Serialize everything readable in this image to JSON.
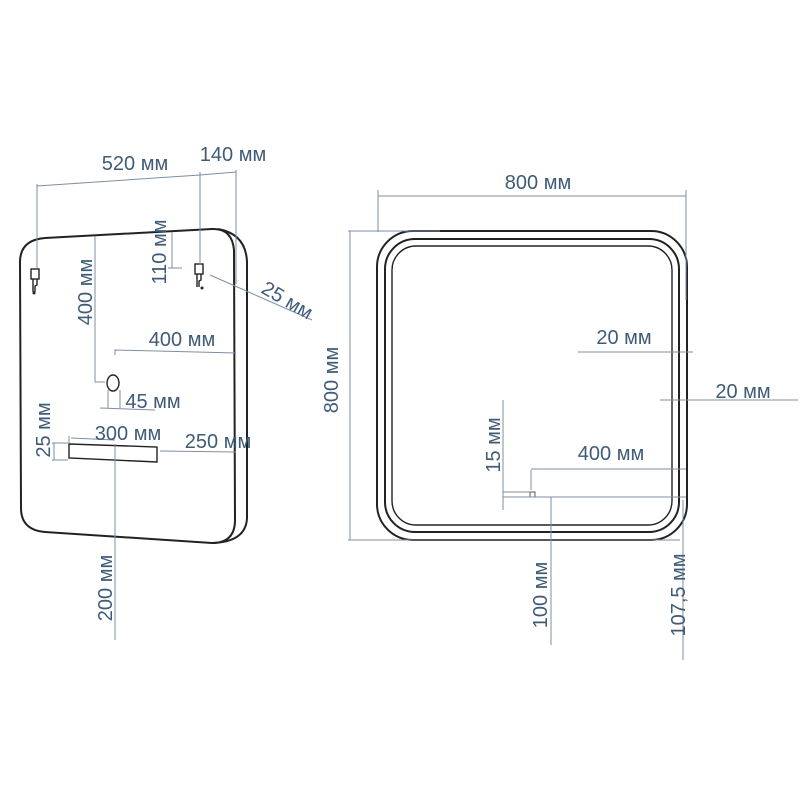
{
  "side_view": {
    "hook_spacing": "520 мм",
    "hook_to_edge": "140 мм",
    "hook_from_top": "110 мм",
    "depth": "25 мм",
    "sensor_from_top": "400 мм",
    "sensor_from_edge": "400 мм",
    "sensor_size": "45 мм",
    "switch_width": "300 мм",
    "switch_from_edge": "250 мм",
    "switch_height": "25 мм",
    "switch_from_bottom": "200 мм"
  },
  "front_view": {
    "width": "800 мм",
    "height": "800 мм",
    "frame_inner": "20 мм",
    "frame_outer": "20 мм",
    "sensor_height": "15 мм",
    "sensor_from_edge": "400 мм",
    "sensor_from_bottom": "100 мм",
    "bottom_offset": "107,5 мм"
  },
  "colors": {
    "label": "#3f5b77",
    "dimension_line": "#7d8fa1",
    "outline": "#222222"
  }
}
